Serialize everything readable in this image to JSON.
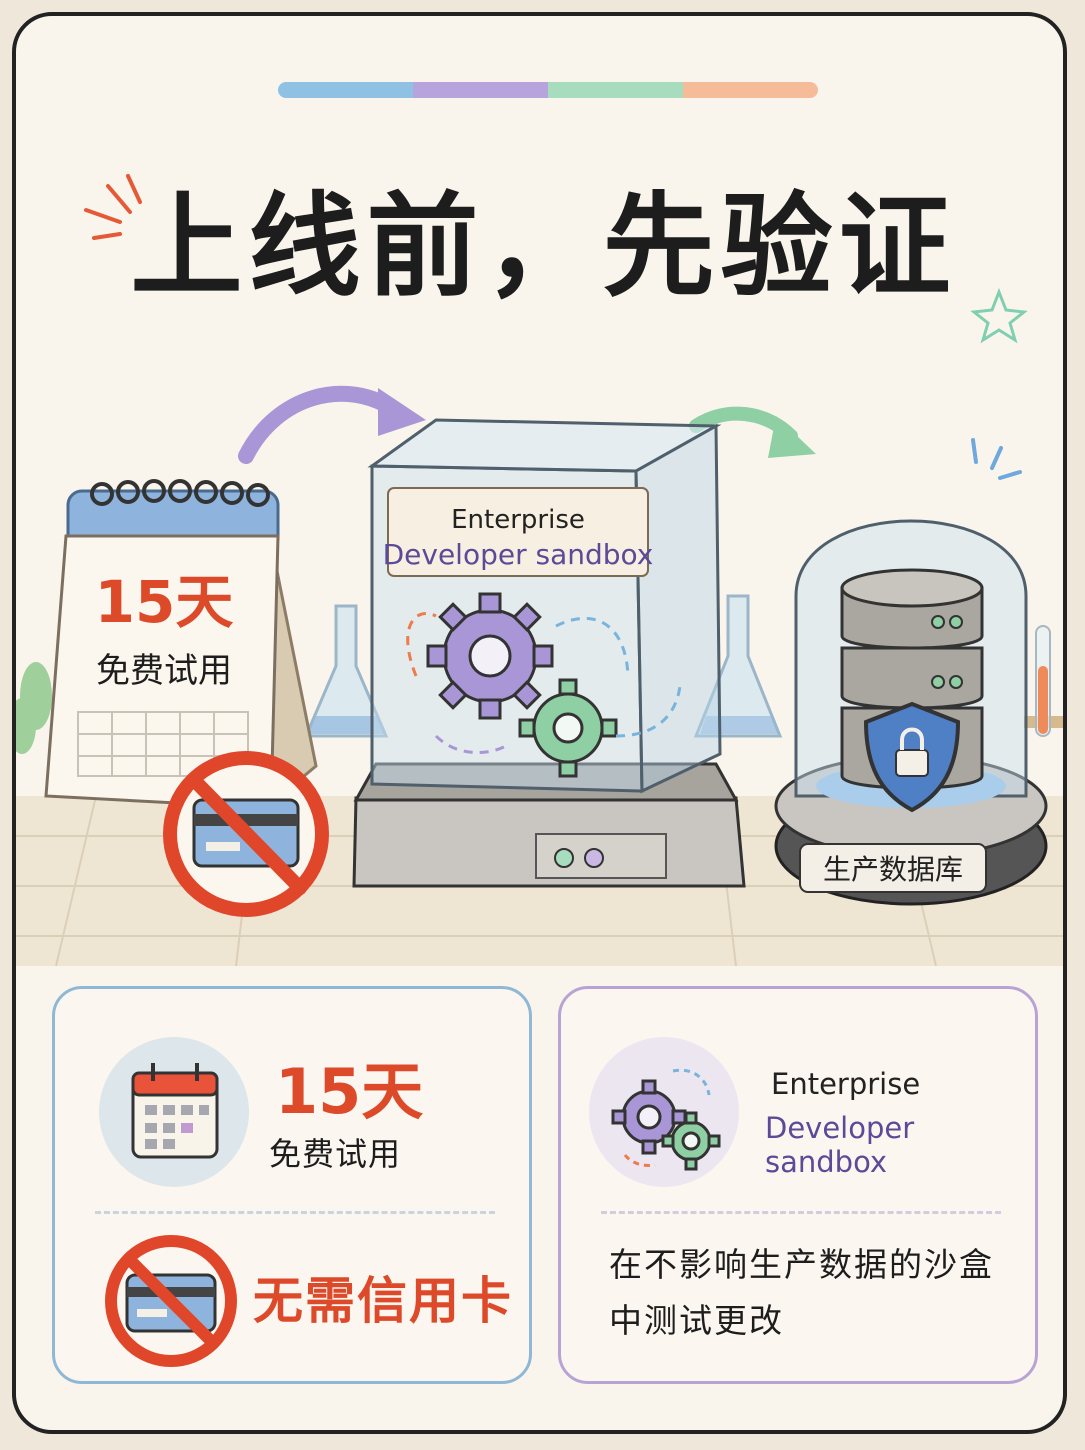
{
  "headline": "上线前，先验证",
  "accent_colors": [
    "#8fc1e4",
    "#b8a4dc",
    "#a7dcbf",
    "#f6bc9a"
  ],
  "calendar": {
    "days": "15天",
    "trial": "免费试用"
  },
  "sandbox_label": {
    "line1": "Enterprise",
    "line2": "Developer sandbox"
  },
  "database_label": "生产数据库",
  "panel_trial": {
    "days": "15天",
    "trial": "免费试用",
    "no_card": "无需信用卡",
    "calendar_icon": "calendar-icon",
    "no_card_icon": "no-credit-card-icon"
  },
  "panel_sandbox": {
    "line1": "Enterprise",
    "line2": "Developer sandbox",
    "description": "在不影响生产数据的沙盒中测试更改",
    "gears_icon": "gears-icon"
  }
}
